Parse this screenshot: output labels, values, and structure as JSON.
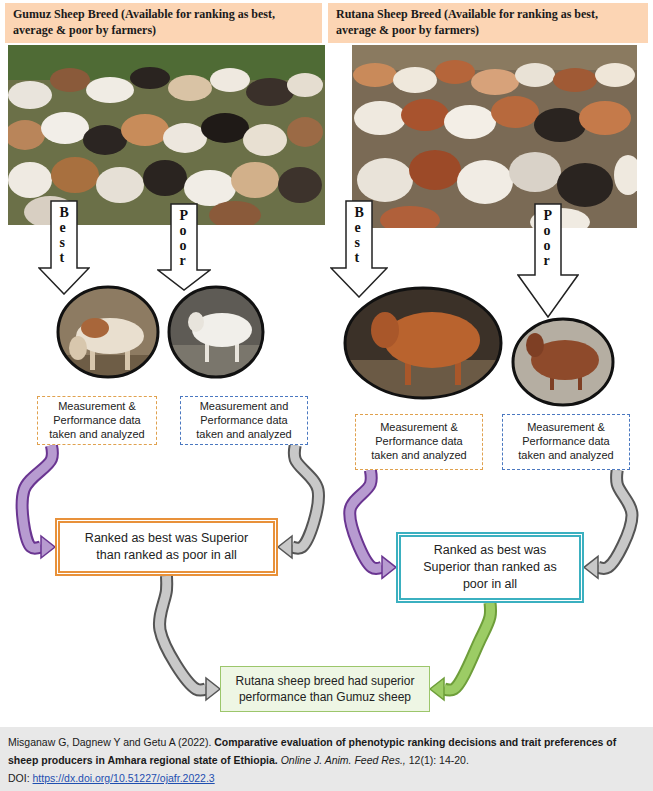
{
  "diagram": {
    "nodes": [
      {
        "text": [
          "Gumuz Sheep Breed (Available for ranking as best, average & poor by farmers)"
        ]
      },
      {
        "text": [
          "Rutana Sheep Breed (Available for ranking as best, average & poor by farmers)"
        ]
      },
      {
        "text": [
          "Best"
        ]
      },
      {
        "text": [
          "Poor"
        ]
      },
      {
        "text": [
          "Best"
        ]
      },
      {
        "text": [
          "Poor"
        ]
      },
      {
        "text": [
          "Measurement & Performance data taken and analyzed"
        ]
      },
      {
        "text": [
          "Measurement and Performance data taken and analyzed"
        ]
      },
      {
        "text": [
          "Measurement & Performance data taken and analyzed"
        ]
      },
      {
        "text": [
          "Measurement & Performance data taken and analyzed"
        ]
      },
      {
        "text": [
          "Ranked as best was Superior than ranked as poor in all"
        ]
      },
      {
        "text": [
          "Ranked as best was Superior than ranked as poor in all"
        ]
      },
      {
        "text": [
          "Rutana sheep breed had superior performance than Gumuz sheep"
        ]
      },
      {
        "text": [
          "Misganaw G, Dagnew Y and Getu A (2022).",
          "Comparative evaluation of phenotypic ranking decisions and trait preferences of sheep producers in Amhara regional state of Ethiopia.",
          "Online J. Anim. Feed Res.,",
          "12(1): 14-20. DOI:",
          "https://dx.doi.org/10.51227/ojafr.2022.3"
        ]
      }
    ],
    "edges": [
      {
        "from": 6,
        "to": 10,
        "arrow": "to"
      },
      {
        "from": 7,
        "to": 10,
        "arrow": "to"
      },
      {
        "from": 8,
        "to": 11,
        "arrow": "to"
      },
      {
        "from": 9,
        "to": 11,
        "arrow": "to"
      },
      {
        "from": 10,
        "to": 12,
        "arrow": "to"
      },
      {
        "from": 11,
        "to": 12,
        "arrow": "to"
      }
    ]
  }
}
